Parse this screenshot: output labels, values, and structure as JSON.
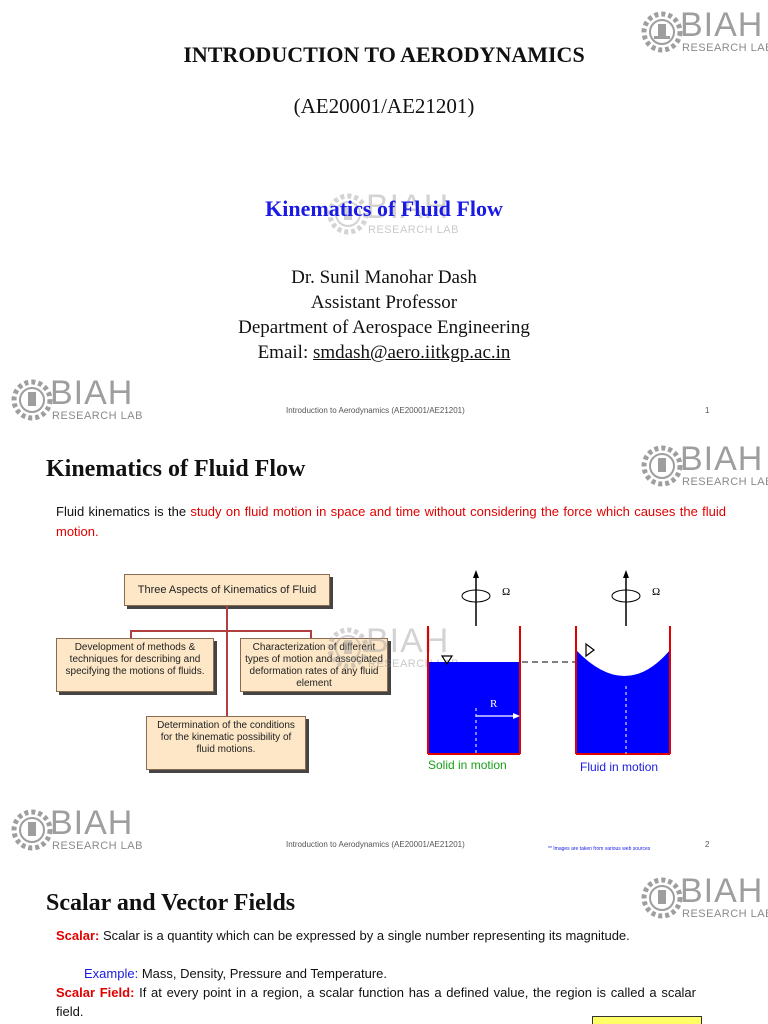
{
  "brand": {
    "logo_text": "BIAH",
    "logo_sub": "RESEARCH LAB",
    "accent_blue": "#1a1ae6",
    "accent_red": "#e00000"
  },
  "slide1": {
    "title": "INTRODUCTION TO AERODYNAMICS",
    "code": "(AE20001/AE21201)",
    "subtitle": "Kinematics of Fluid Flow",
    "author": "Dr. Sunil Manohar Dash",
    "position": "Assistant Professor",
    "department": "Department of Aerospace Engineering",
    "email_label": "Email: ",
    "email": "smdash@aero.iitkgp.ac.in",
    "footer": "Introduction to Aerodynamics (AE20001/AE21201)",
    "page": "1"
  },
  "slide2": {
    "title": "Kinematics of Fluid Flow",
    "intro_black": "Fluid kinematics is the ",
    "intro_red": "study on fluid motion in space and time without considering the force which causes the fluid motion.",
    "box_top": "Three Aspects of Kinematics of Fluid",
    "box_left": "Development of methods & techniques for describing and specifying the motions of fluids.",
    "box_right": "Characterization of different types of motion and associated deformation rates of any fluid element",
    "box_bottom": "Determination of the conditions for the kinematic possibility of fluid motions.",
    "omega": "Ω",
    "radius": "R",
    "caption_solid": "Solid in motion",
    "caption_fluid": "Fluid in motion",
    "note": "** Images are taken from various web sources",
    "footer": "Introduction to Aerodynamics (AE20001/AE21201)",
    "page": "2"
  },
  "slide3": {
    "title": "Scalar and Vector Fields",
    "scalar_label": "Scalar:",
    "scalar_text": " Scalar is a quantity which can be expressed by a single number representing its magnitude.",
    "example_label": "Example:",
    "example_text": " Mass, Density, Pressure and Temperature.",
    "field_label": "Scalar  Field:",
    "field_text": " If at every point in a region, a scalar function has a defined value, the region is called a scalar field."
  }
}
